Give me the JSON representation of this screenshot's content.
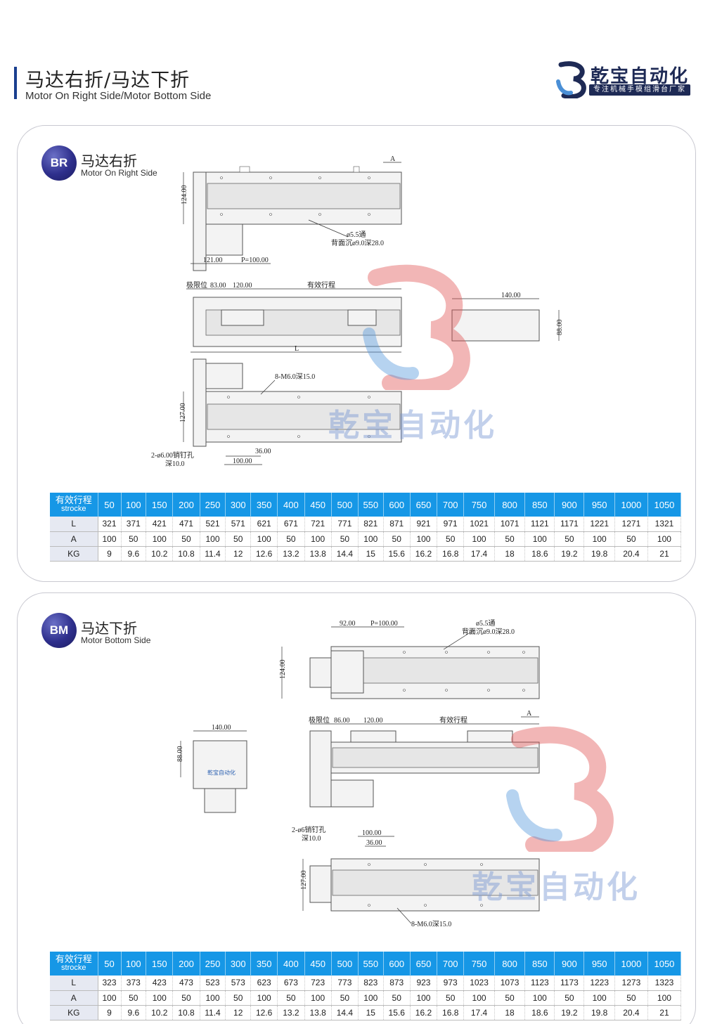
{
  "header": {
    "title_zh": "马达右折/马达下折",
    "title_en": "Motor On Right Side/Motor Bottom Side"
  },
  "brand": {
    "name": "乾宝自动化",
    "slogan": "专注机械手模组滑台厂家",
    "colors": {
      "navy": "#1e2a55",
      "red": "#e05050",
      "blue": "#4a8fd6"
    }
  },
  "watermark": {
    "text": "乾宝自动化"
  },
  "sections": [
    {
      "badge": "BR",
      "title_zh": "马达右折",
      "title_en": "Motor On Right Side",
      "drawing_labels": {
        "height_124": "124.00",
        "dim_121": "121.00",
        "dim_p100": "P=100.00",
        "dim_a": "A",
        "hole_1": "ø5.5通",
        "hole_2": "背面沉ø9.0深28.0",
        "limit": "极限位",
        "dim_83": "83.00",
        "dim_120": "120.00",
        "effective": "有效行程",
        "dim_l": "L",
        "dim_140": "140.00",
        "dim_88": "88.00",
        "thread": "8-M6.0深15.0",
        "height_127": "127.00",
        "pin_1": "2-ø6.00销钉孔",
        "pin_2": "深10.0",
        "dim_36": "36.00",
        "dim_100": "100.00"
      },
      "table": {
        "header_zh": "有效行程",
        "header_en": "strocke",
        "strokes": [
          "50",
          "100",
          "150",
          "200",
          "250",
          "300",
          "350",
          "400",
          "450",
          "500",
          "550",
          "600",
          "650",
          "700",
          "750",
          "800",
          "850",
          "900",
          "950",
          "1000",
          "1050"
        ],
        "rows": [
          {
            "label": "L",
            "values": [
              "321",
              "371",
              "421",
              "471",
              "521",
              "571",
              "621",
              "671",
              "721",
              "771",
              "821",
              "871",
              "921",
              "971",
              "1021",
              "1071",
              "1121",
              "1171",
              "1221",
              "1271",
              "1321"
            ]
          },
          {
            "label": "A",
            "values": [
              "100",
              "50",
              "100",
              "50",
              "100",
              "50",
              "100",
              "50",
              "100",
              "50",
              "100",
              "50",
              "100",
              "50",
              "100",
              "50",
              "100",
              "50",
              "100",
              "50",
              "100"
            ]
          },
          {
            "label": "KG",
            "values": [
              "9",
              "9.6",
              "10.2",
              "10.8",
              "11.4",
              "12",
              "12.6",
              "13.2",
              "13.8",
              "14.4",
              "15",
              "15.6",
              "16.2",
              "16.8",
              "17.4",
              "18",
              "18.6",
              "19.2",
              "19.8",
              "20.4",
              "21"
            ]
          }
        ]
      }
    },
    {
      "badge": "BM",
      "title_zh": "马达下折",
      "title_en": "Motor Bottom Side",
      "drawing_labels": {
        "dim_92": "92.00",
        "dim_p100": "P=100.00",
        "hole_1": "ø5.5通",
        "hole_2": "背面沉ø9.0深28.0",
        "height_124": "124.00",
        "dim_a": "A",
        "dim_140": "140.00",
        "dim_88": "88.00",
        "limit": "极限位",
        "dim_86": "86.00",
        "dim_120": "120.00",
        "effective": "有效行程",
        "pin_1": "2-ø6销钉孔",
        "pin_2": "深10.0",
        "dim_100": "100.00",
        "dim_36": "36.00",
        "height_127": "127.00",
        "thread": "8-M6.0深15.0",
        "mini_logo": "乾宝自动化"
      },
      "table": {
        "header_zh": "有效行程",
        "header_en": "strocke",
        "strokes": [
          "50",
          "100",
          "150",
          "200",
          "250",
          "300",
          "350",
          "400",
          "450",
          "500",
          "550",
          "600",
          "650",
          "700",
          "750",
          "800",
          "850",
          "900",
          "950",
          "1000",
          "1050"
        ],
        "rows": [
          {
            "label": "L",
            "values": [
              "323",
              "373",
              "423",
              "473",
              "523",
              "573",
              "623",
              "673",
              "723",
              "773",
              "823",
              "873",
              "923",
              "973",
              "1023",
              "1073",
              "1123",
              "1173",
              "1223",
              "1273",
              "1323"
            ]
          },
          {
            "label": "A",
            "values": [
              "100",
              "50",
              "100",
              "50",
              "100",
              "50",
              "100",
              "50",
              "100",
              "50",
              "100",
              "50",
              "100",
              "50",
              "100",
              "50",
              "100",
              "50",
              "100",
              "50",
              "100"
            ]
          },
          {
            "label": "KG",
            "values": [
              "9",
              "9.6",
              "10.2",
              "10.8",
              "11.4",
              "12",
              "12.6",
              "13.2",
              "13.8",
              "14.4",
              "15",
              "15.6",
              "16.2",
              "16.8",
              "17.4",
              "18",
              "18.6",
              "19.2",
              "19.8",
              "20.4",
              "21"
            ]
          }
        ]
      }
    }
  ]
}
